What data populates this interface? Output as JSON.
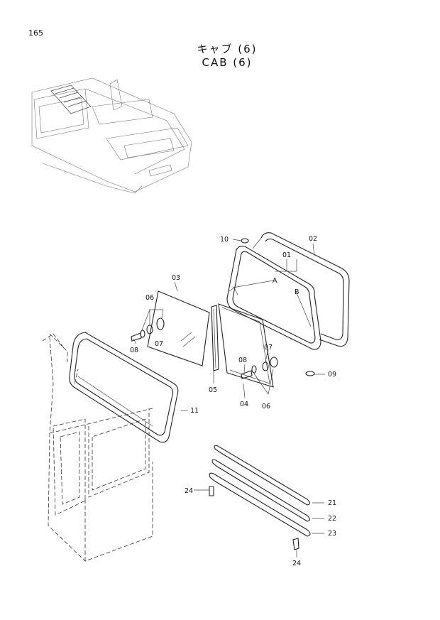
{
  "page_number": "165",
  "title_japanese": "キャブ (6)",
  "title_english": "CAB (6)",
  "callouts": {
    "c01": "01",
    "c02": "02",
    "c03": "03",
    "c04": "04",
    "c05": "05",
    "c06a": "06",
    "c06b": "06",
    "c07a": "07",
    "c07b": "07",
    "c08a": "08",
    "c08b": "08",
    "c09": "09",
    "c10": "10",
    "c11": "11",
    "c21": "21",
    "c22": "22",
    "c23": "23",
    "c24a": "24",
    "c24b": "24",
    "ref_a": "A",
    "ref_b": "B"
  }
}
